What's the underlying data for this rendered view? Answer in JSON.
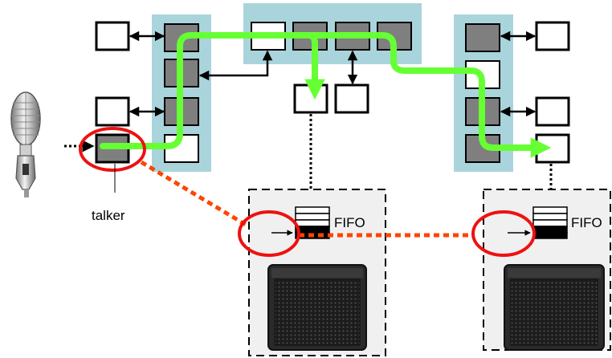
{
  "labels": {
    "talker": "talker",
    "fifo_left": "FIFO",
    "fifo_right": "FIFO"
  },
  "colors": {
    "switch_bg": "#a9d4dc",
    "port_gray": "#7f7f7f",
    "stream_path": "#66ff33",
    "sync_line": "#ff4400",
    "highlight_ring": "#ee1111"
  },
  "icons": {
    "microphone": "microphone-icon",
    "speaker": "speaker-icon"
  }
}
